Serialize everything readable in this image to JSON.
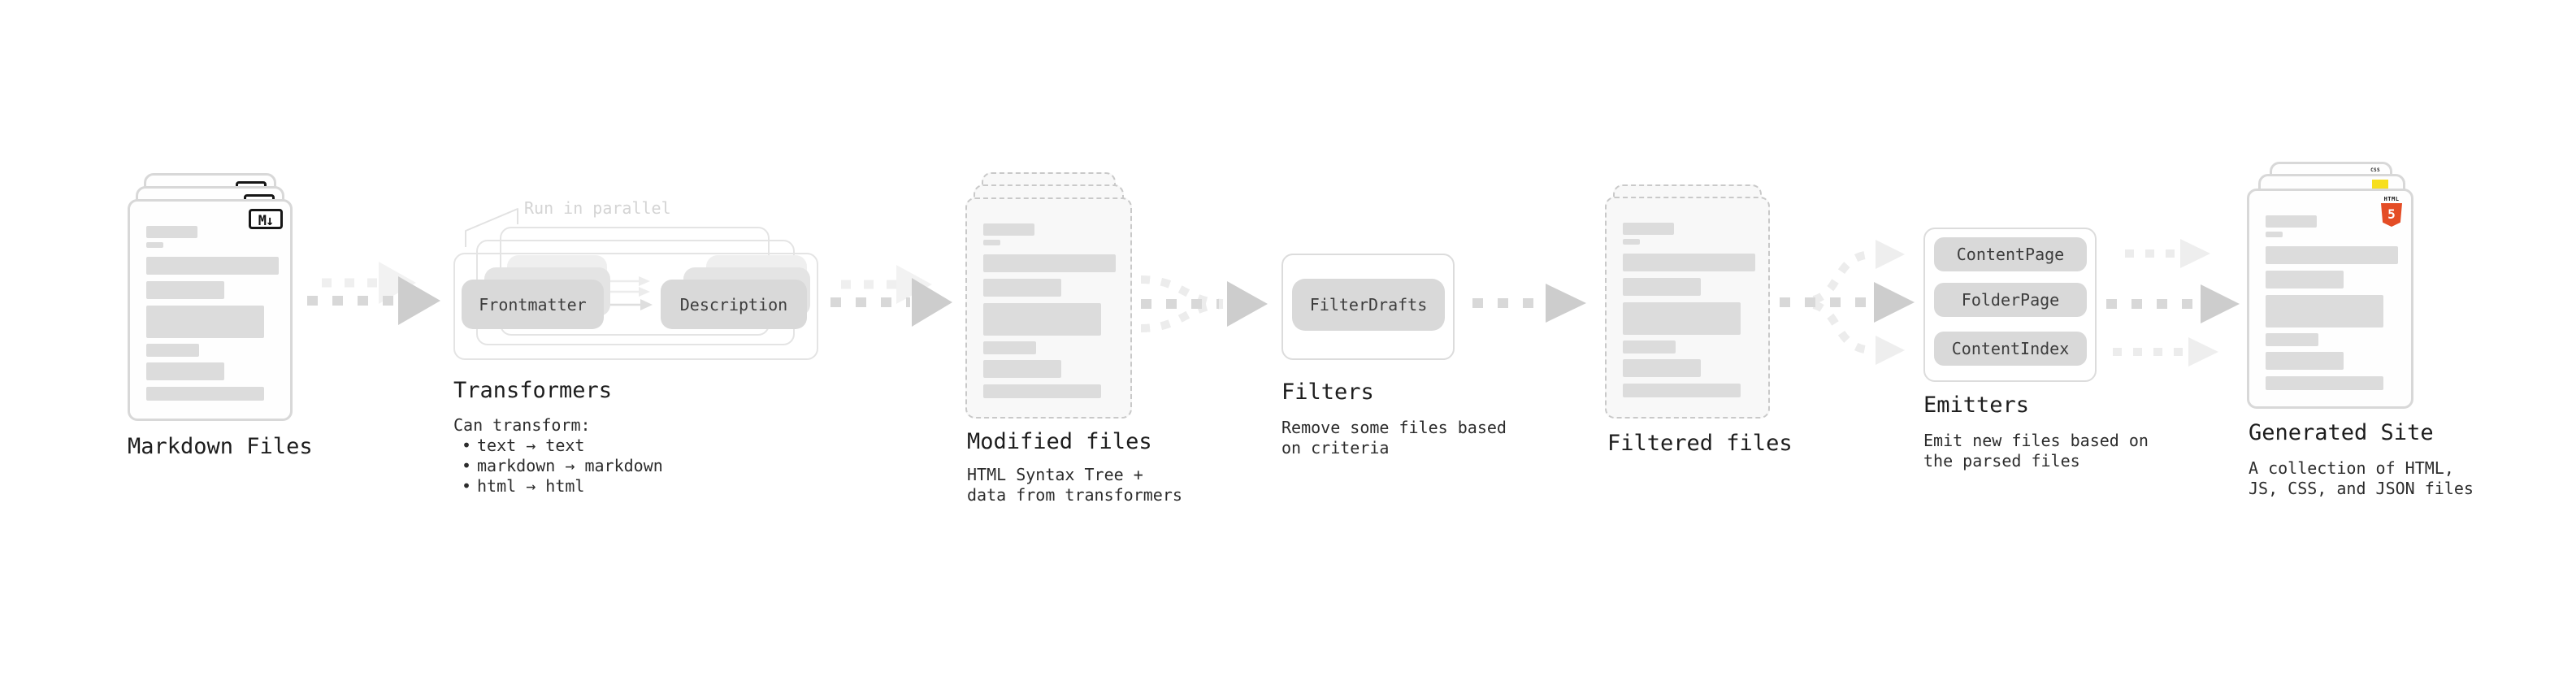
{
  "stages": {
    "markdown_files": {
      "label": "Markdown Files",
      "file_badge": "M↓"
    },
    "transformers": {
      "label": "Transformers",
      "callout": "Run in parallel",
      "pills": [
        "Frontmatter",
        "Description"
      ],
      "desc_heading": "Can transform:",
      "bullet_marker": "•",
      "bullets": [
        "text → text",
        "markdown → markdown",
        "html → html"
      ]
    },
    "modified_files": {
      "label": "Modified files",
      "desc_lines": [
        "HTML Syntax Tree +",
        "data from transformers"
      ]
    },
    "filters": {
      "label": "Filters",
      "pill": "FilterDrafts",
      "desc_lines": [
        "Remove some files based",
        "on criteria"
      ]
    },
    "filtered_files": {
      "label": "Filtered files"
    },
    "emitters": {
      "label": "Emitters",
      "pills": [
        "ContentPage",
        "FolderPage",
        "ContentIndex"
      ],
      "desc_lines": [
        "Emit new files based on",
        "the parsed files"
      ]
    },
    "generated_site": {
      "label": "Generated Site",
      "desc_lines": [
        "A collection of HTML,",
        "JS, CSS, and JSON files"
      ],
      "badges": {
        "html_label": "HTML",
        "html_number": "5",
        "css_label": "CSS"
      }
    }
  },
  "colors": {
    "html5_orange": "#e44d26",
    "js_yellow": "#f7df1e",
    "css_blue": "#2a6bf2",
    "pill_gray": "#d9d9d9",
    "bar_gray": "#dcdcdc",
    "arrow_gray": "#d8d8d8",
    "arrow_light": "#ececec",
    "title_text": "#1d1d1d"
  }
}
